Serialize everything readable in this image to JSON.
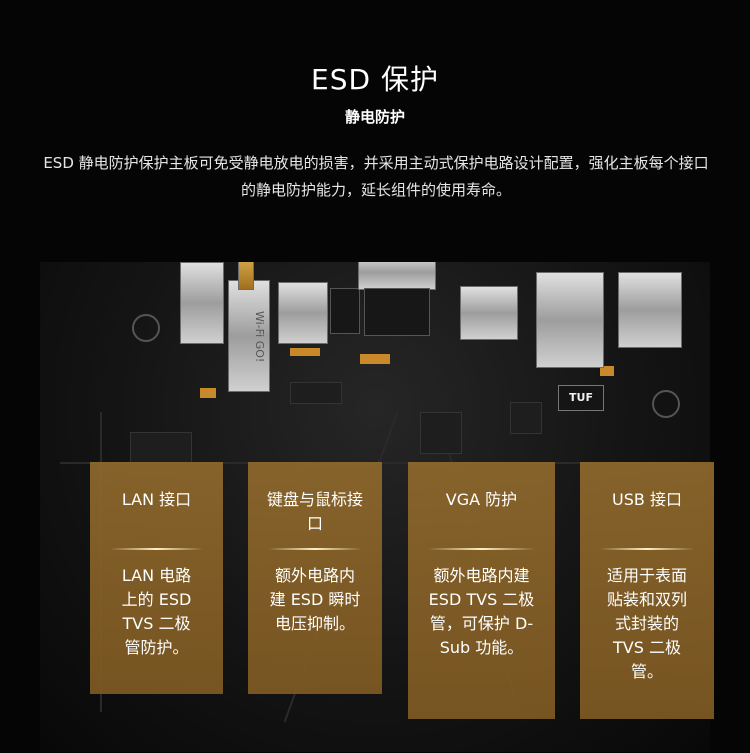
{
  "header": {
    "title": "ESD 保护",
    "subtitle": "静电防护",
    "description": "ESD 静电防护保护主板可免受静电放电的损害，并采用主动式保护电路设计配置，强化主板每个接口的静电防护能力，延长组件的使用寿命。"
  },
  "board": {
    "tuf_badge": "TUF",
    "wifi_module_text": "Wi-Fi GO!"
  },
  "cards": [
    {
      "head": "LAN 接口",
      "body": "LAN 电路上的 ESD TVS 二极管防护。"
    },
    {
      "head": "键盘与鼠标接口",
      "body": "额外电路内建 ESD 瞬时电压抑制。"
    },
    {
      "head": "VGA 防护",
      "body": "额外电路内建 ESD TVS 二极管，可保护 D-Sub 功能。"
    },
    {
      "head": "USB 接口",
      "body": "适用于表面贴装和双列式封装的 TVS 二极管。"
    }
  ],
  "colors": {
    "background": "#050505",
    "card": "#8e682c",
    "card_line": "#fff1c6",
    "text": "#ffffff"
  }
}
